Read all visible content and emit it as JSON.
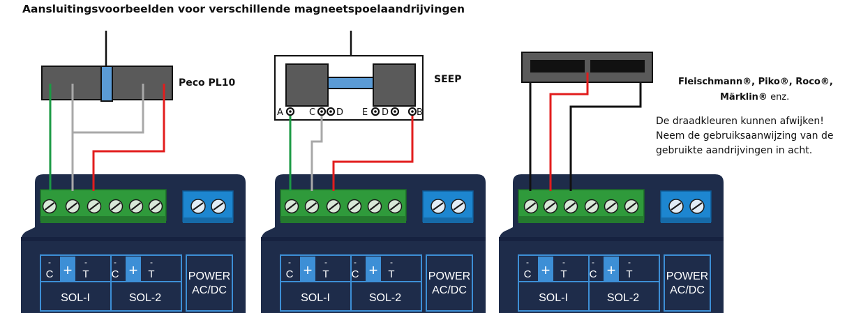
{
  "title": "Aansluitingsvoorbeelden voor verschillende magneetspoelaandrijvingen",
  "panels": [
    {
      "motor_label": "Peco PL10",
      "board": {
        "minus_signs": [
          "-",
          "-",
          "-",
          "-"
        ],
        "sol1_labels": [
          "C",
          "+",
          "T"
        ],
        "sol2_labels": [
          "C",
          "+",
          "T"
        ],
        "sol1_name": "SOL-I",
        "sol2_name": "SOL-2",
        "power_line1": "POWER",
        "power_line2": "AC/DC"
      }
    },
    {
      "motor_label": "SEEP",
      "terminal_labels": {
        "a": "A",
        "c": "C",
        "d1": "D",
        "e": "E",
        "d2": "D",
        "b": "B"
      },
      "board": {
        "minus_signs": [
          "-",
          "-",
          "-",
          "-"
        ],
        "sol1_labels": [
          "C",
          "+",
          "T"
        ],
        "sol2_labels": [
          "C",
          "+",
          "T"
        ],
        "sol1_name": "SOL-I",
        "sol2_name": "SOL-2",
        "power_line1": "POWER",
        "power_line2": "AC/DC"
      }
    },
    {
      "motor_label_line1": "Fleischmann®, Piko®, Roco®,",
      "motor_label_line2_bold": "Märklin®",
      "motor_label_line2_rest": " enz.",
      "note_lines": [
        "De draadkleuren kunnen afwijken!",
        "Neem de gebruiksaanwijzing van de",
        "gebruikte aandrijvingen in acht."
      ],
      "board": {
        "minus_signs": [
          "-",
          "-",
          "-",
          "-"
        ],
        "sol1_labels": [
          "C",
          "+",
          "T"
        ],
        "sol2_labels": [
          "C",
          "+",
          "T"
        ],
        "sol1_name": "SOL-I",
        "sol2_name": "SOL-2",
        "power_line1": "POWER",
        "power_line2": "AC/DC"
      }
    }
  ],
  "colors": {
    "board": "#1e2c4a",
    "board_dark": "#0f1a31",
    "label_blue": "#3d8fd6",
    "terminal_green": "#2f9a3b",
    "terminal_blue": "#1d86d0",
    "wire_green": "#1b9a44",
    "wire_grey": "#a8a8a8",
    "wire_red": "#e21d1d",
    "wire_black": "#111111",
    "motor_grey": "#5a5a5a",
    "motor_blue": "#5b9bd5"
  }
}
